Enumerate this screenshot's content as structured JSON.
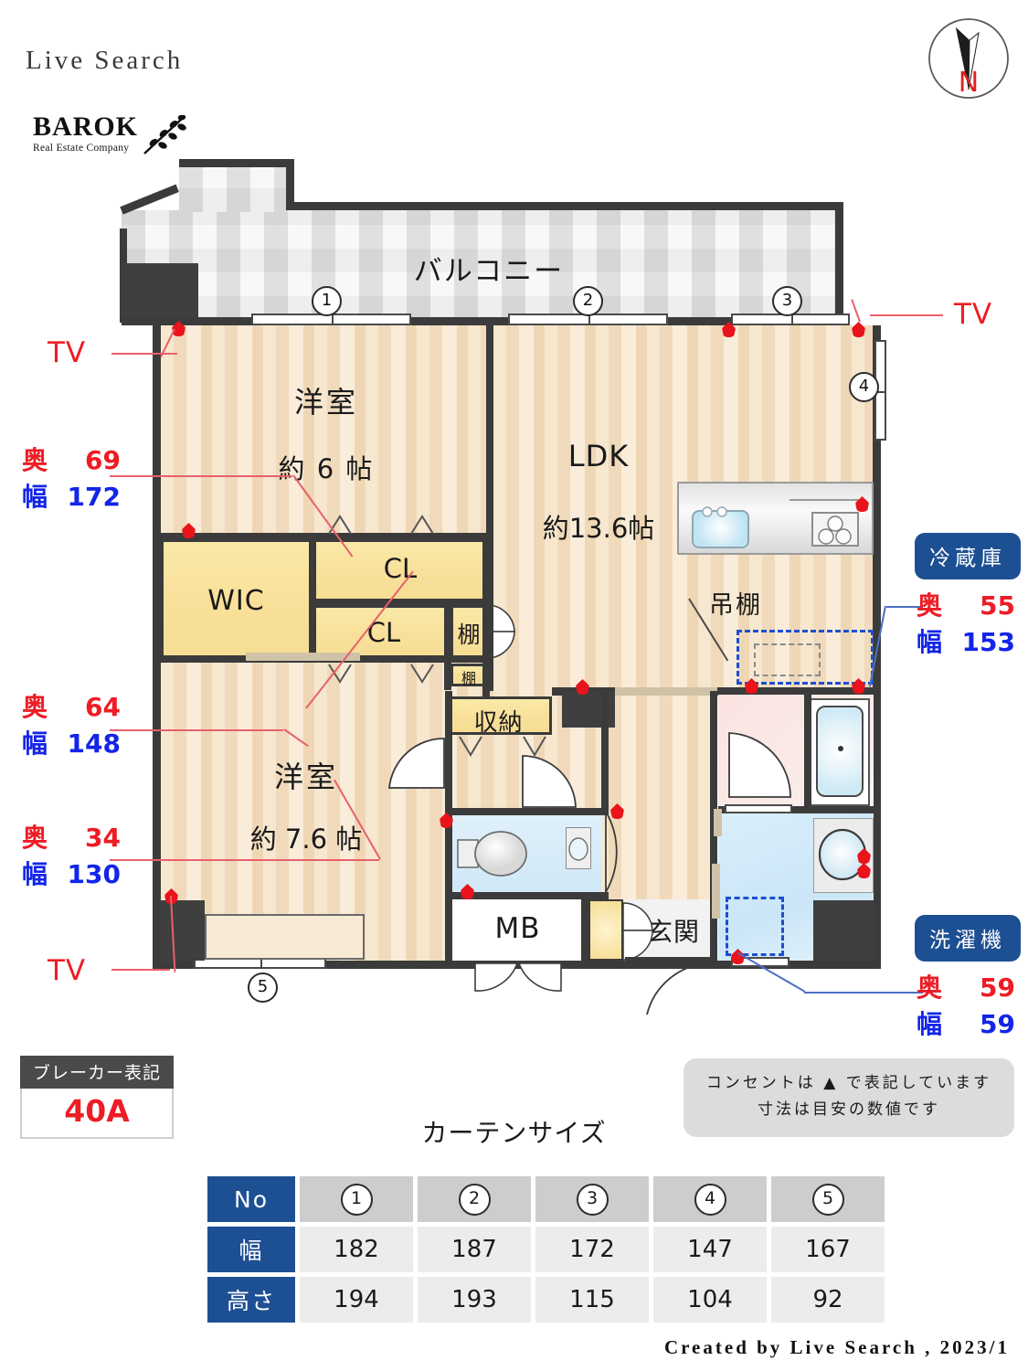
{
  "header": {
    "site_name": "Live Search",
    "logo_name": "BAROK",
    "logo_sub": "Real Estate Company"
  },
  "compass": {
    "label": "N"
  },
  "floorplan": {
    "balcony_label": "バルコニー",
    "rooms": [
      {
        "name": "洋室",
        "size": "約 6 帖"
      },
      {
        "name": "LDK",
        "size": "約13.6帖"
      },
      {
        "name": "洋室",
        "size": "約 7.6 帖"
      }
    ],
    "storage": {
      "wic": "WIC",
      "cl_upper": "CL",
      "cl_lower": "CL",
      "shelf_1": "棚",
      "shelf_2": "棚",
      "closet": "収納",
      "hanging_cabinet": "吊棚"
    },
    "service_rooms": {
      "mb": "MB",
      "entrance": "玄関"
    },
    "window_numbers": [
      "1",
      "2",
      "3",
      "4",
      "5"
    ],
    "tv_labels": {
      "left_top": "TV",
      "right_top": "TV",
      "left_bottom": "TV"
    }
  },
  "dimensions": {
    "left": [
      {
        "depth_label": "奥",
        "depth": "69",
        "width_label": "幅",
        "width": "172"
      },
      {
        "depth_label": "奥",
        "depth": "64",
        "width_label": "幅",
        "width": "148"
      },
      {
        "depth_label": "奥",
        "depth": "34",
        "width_label": "幅",
        "width": "130"
      }
    ],
    "appliances": [
      {
        "badge": "冷蔵庫",
        "depth_label": "奥",
        "depth": "55",
        "width_label": "幅",
        "width": "153"
      },
      {
        "badge": "洗濯機",
        "depth_label": "奥",
        "depth": "59",
        "width_label": "幅",
        "width": "59"
      }
    ]
  },
  "breaker": {
    "title": "ブレーカー表記",
    "value": "40A"
  },
  "note": {
    "line1": "コンセントは ▲ で表記しています",
    "line2": "寸法は目安の数値です"
  },
  "curtain": {
    "title": "カーテンサイズ",
    "row_headers": [
      "No",
      "幅",
      "高さ"
    ],
    "numbers": [
      "1",
      "2",
      "3",
      "4",
      "5"
    ],
    "width": [
      "182",
      "187",
      "172",
      "147",
      "167"
    ],
    "height": [
      "194",
      "193",
      "115",
      "104",
      "92"
    ]
  },
  "footer": {
    "text": "Created by Live Search , 2023/1"
  },
  "colors": {
    "accent_navy": "#1d4f93",
    "dim_depth_red": "#ee1c25",
    "dim_width_blue": "#1325e8",
    "outlet_red": "#e8131b",
    "wall_dark": "#3b3b3b"
  }
}
